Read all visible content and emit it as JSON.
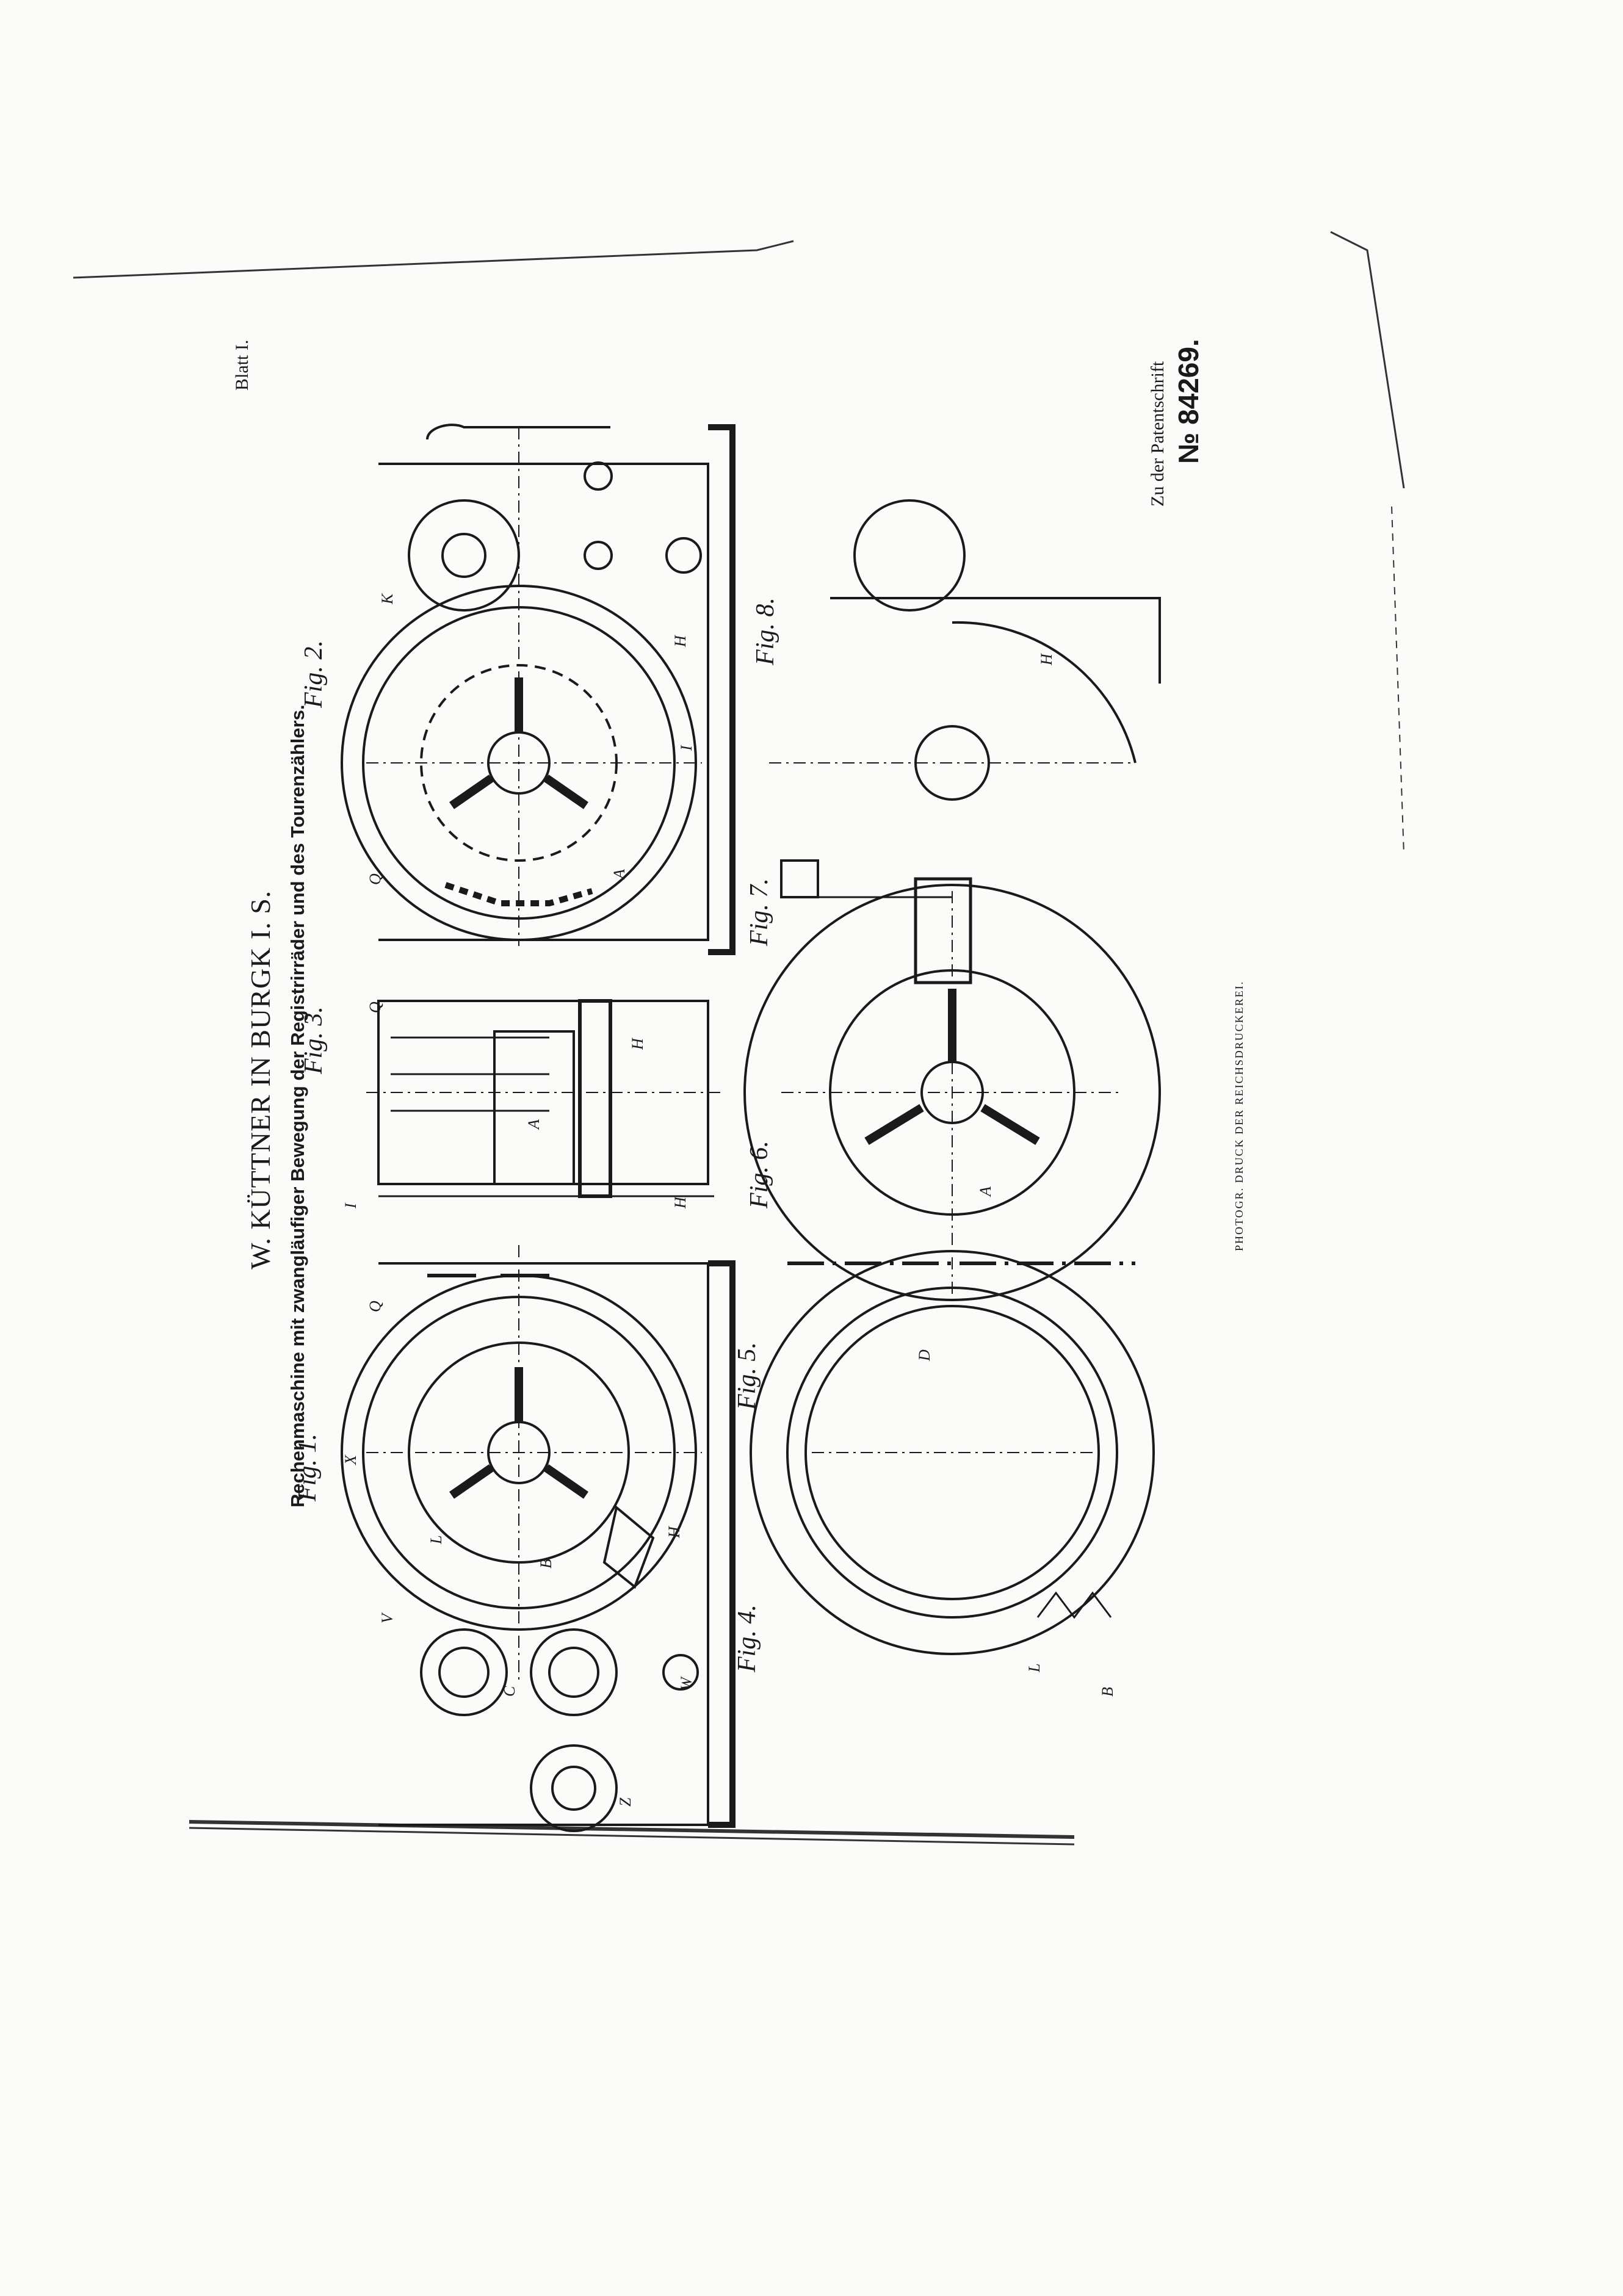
{
  "sheet": {
    "blatt": "Blatt I.",
    "inventor": "W. KÜTTNER IN BURGK I. S.",
    "title": "Rechenmaschine mit zwangläufiger Bewegung der Registrirräder und des Tourenzählers.",
    "patent_prefix": "Zu der Patentschrift",
    "patent_number": "№ 84269.",
    "printer": "PHOTOGR. DRUCK DER REICHSDRUCKEREI."
  },
  "figures": [
    {
      "id": "fig1",
      "label": "Fig. 1."
    },
    {
      "id": "fig2",
      "label": "Fig. 2."
    },
    {
      "id": "fig3",
      "label": "Fig. 3."
    },
    {
      "id": "fig4",
      "label": "Fig. 4."
    },
    {
      "id": "fig5",
      "label": "Fig. 5."
    },
    {
      "id": "fig6",
      "label": "Fig. 6."
    },
    {
      "id": "fig7",
      "label": "Fig. 7."
    },
    {
      "id": "fig8",
      "label": "Fig. 8."
    }
  ],
  "part_labels": {
    "fig1": [
      "Q",
      "X",
      "Z",
      "H",
      "W",
      "B",
      "C",
      "L",
      "V"
    ],
    "fig2": [
      "H",
      "A",
      "Q",
      "K",
      "I"
    ],
    "fig3": [
      "Q",
      "H",
      "A",
      "H",
      "I"
    ],
    "fig4": [
      "B",
      "L"
    ],
    "fig5": [
      "D"
    ],
    "fig6": [
      "A"
    ],
    "fig8": [
      "H"
    ]
  }
}
